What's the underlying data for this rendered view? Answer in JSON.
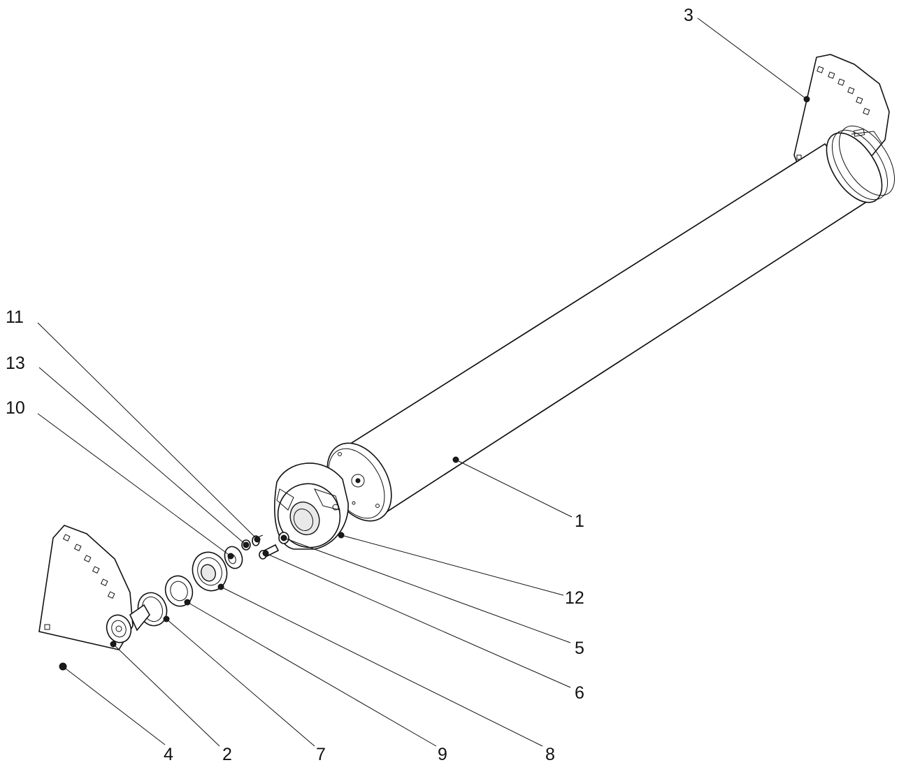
{
  "callouts": [
    {
      "id": "c1",
      "label": "1"
    },
    {
      "id": "c2",
      "label": "2"
    },
    {
      "id": "c3",
      "label": "3"
    },
    {
      "id": "c4",
      "label": "4"
    },
    {
      "id": "c5",
      "label": "5"
    },
    {
      "id": "c6",
      "label": "6"
    },
    {
      "id": "c7",
      "label": "7"
    },
    {
      "id": "c8",
      "label": "8"
    },
    {
      "id": "c9",
      "label": "9"
    },
    {
      "id": "c10",
      "label": "10"
    },
    {
      "id": "c11",
      "label": "11"
    },
    {
      "id": "c12",
      "label": "12"
    },
    {
      "id": "c13",
      "label": "13"
    }
  ],
  "colors": {
    "line": "#111111",
    "background": "#ffffff",
    "shade": "#e9e9e9"
  }
}
